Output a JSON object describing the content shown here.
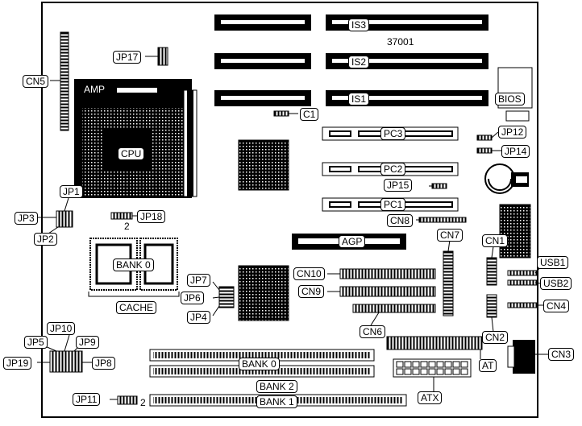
{
  "board": {
    "part_number": "37001",
    "amp_label": "AMP",
    "labels": {
      "is3": "IS3",
      "is2": "IS2",
      "is1": "IS1",
      "bios": "BIOS",
      "c1": "C1",
      "cn5": "CN5",
      "jp17": "JP17",
      "cpu": "CPU",
      "jp12": "JP12",
      "jp14": "JP14",
      "pc3": "PC3",
      "pc2": "PC2",
      "pc1": "PC1",
      "jp15": "JP15",
      "jp1": "JP1",
      "jp3": "JP3",
      "jp2": "JP2",
      "jp18": "JP18",
      "cn8": "CN8",
      "cn7": "CN7",
      "cn1": "CN1",
      "agp": "AGP",
      "bank0_cache": "BANK 0",
      "cache": "CACHE",
      "jp7": "JP7",
      "jp6": "JP6",
      "jp4": "JP4",
      "cn10": "CN10",
      "cn9": "CN9",
      "cn6": "CN6",
      "usb1": "USB1",
      "usb2": "USB2",
      "cn4": "CN4",
      "cn2": "CN2",
      "jp10": "JP10",
      "jp5": "JP5",
      "jp9": "JP9",
      "jp19": "JP19",
      "jp8": "JP8",
      "bank0": "BANK 0",
      "bank2": "BANK 2",
      "bank1": "BANK 1",
      "at": "AT",
      "atx": "ATX",
      "cn3": "CN3",
      "jp11": "JP11"
    },
    "pin_marks": {
      "jp18_pin": "2",
      "jp11_pin": "2"
    }
  }
}
